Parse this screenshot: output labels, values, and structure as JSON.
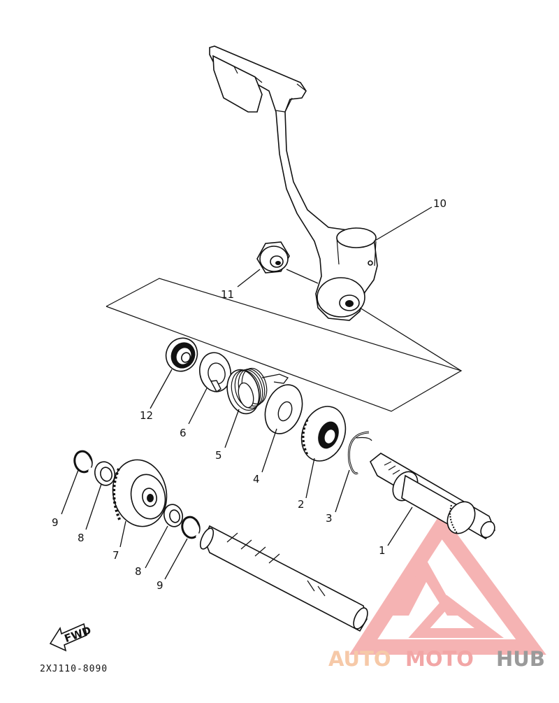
{
  "parts": [
    {
      "id": "1",
      "label": "1"
    },
    {
      "id": "2",
      "label": "2"
    },
    {
      "id": "3",
      "label": "3"
    },
    {
      "id": "4",
      "label": "4"
    },
    {
      "id": "5",
      "label": "5"
    },
    {
      "id": "6",
      "label": "6"
    },
    {
      "id": "7",
      "label": "7"
    },
    {
      "id": "8a",
      "label": "8"
    },
    {
      "id": "8b",
      "label": "8"
    },
    {
      "id": "9a",
      "label": "9"
    },
    {
      "id": "9b",
      "label": "9"
    },
    {
      "id": "10",
      "label": "10"
    },
    {
      "id": "11",
      "label": "11"
    },
    {
      "id": "12",
      "label": "12"
    }
  ],
  "fwd_label": "FWD",
  "diagram_code": "2XJ110-8090",
  "watermark": {
    "part1": "AUTO",
    "part2": "MOTO",
    "part3": "HUB",
    "color_auto": "#f6c9a8",
    "color_moto": "#f2a6a6",
    "color_hub": "#9a9a9a",
    "triangle_color": "#f29a9a"
  }
}
